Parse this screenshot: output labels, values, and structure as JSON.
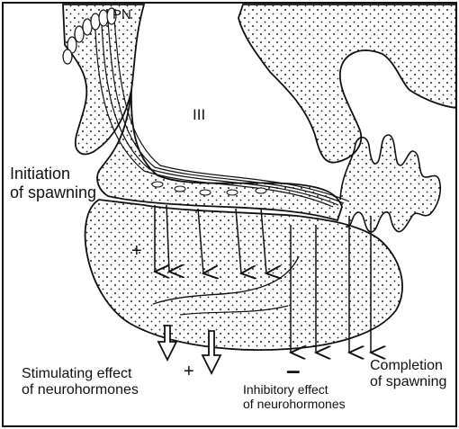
{
  "diagram": {
    "labels": {
      "pn": "PN",
      "third_ventricle": "III",
      "initiation": "Initiation\nof spawning",
      "stimulating": "Stimulating effect\nof neurohormones",
      "inhibitory": "Inhibitory effect\nof neurohormones",
      "completion": "Completion\nof spawning"
    },
    "signs": {
      "stimulating_plus_left": "+",
      "stimulating_plus_bottom": "+",
      "inhibitory_minus": "–"
    }
  }
}
